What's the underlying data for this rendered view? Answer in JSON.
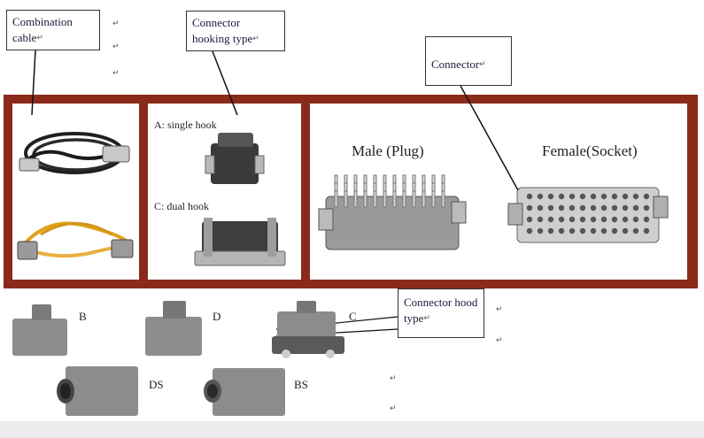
{
  "callouts": {
    "combination_cable": "Combination cable",
    "hooking_type": "Connector hooking type",
    "connector": "Connector",
    "hood_type": "Connector hood type"
  },
  "hook_labels": {
    "single": "A: single hook",
    "dual": "C: dual hook"
  },
  "connector_labels": {
    "male": "Male (Plug)",
    "female": "Female(Socket)"
  },
  "hood_labels": {
    "b": "B",
    "d": "D",
    "c": "C",
    "ds": "DS",
    "bs": "BS"
  },
  "paragraph_mark": "↵",
  "colors": {
    "frame": "#8b2a1b",
    "housing_gray": "#8c8c8c",
    "cable_black": "#1f1f1f",
    "cable_yellow": "#e0a21a"
  }
}
